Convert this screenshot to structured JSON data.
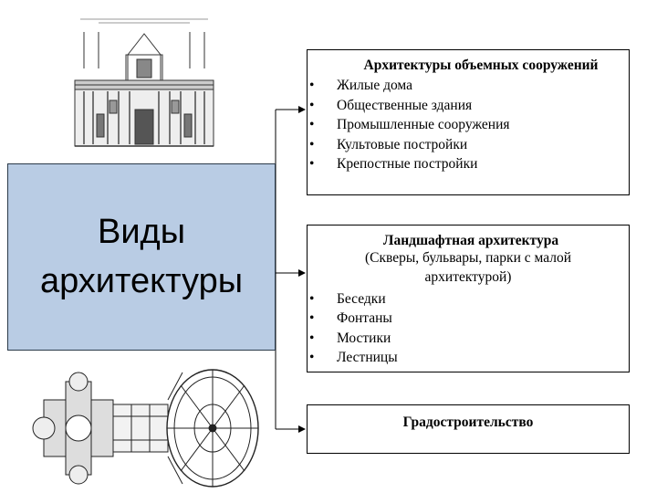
{
  "main": {
    "title": "Виды\nархитектуры"
  },
  "box1": {
    "title": "Архитектуры объемных сооружений",
    "items": [
      "Жилые дома",
      "Общественные здания",
      "Промышленные сооружения",
      "Культовые постройки",
      "Крепостные постройки"
    ]
  },
  "box2": {
    "title": "Ландшафтная архитектура",
    "subtitle": "(Скверы, бульвары, парки с малой архитектурой)",
    "items": [
      "Беседки",
      "Фонтаны",
      "Мостики",
      "Лестницы"
    ]
  },
  "box3": {
    "title": "Градостроительство"
  },
  "images": {
    "facade": "church-facade-engraving",
    "plan": "architectural-floor-plan"
  },
  "colors": {
    "main_fill": "#b9cce4",
    "line": "#000000"
  }
}
